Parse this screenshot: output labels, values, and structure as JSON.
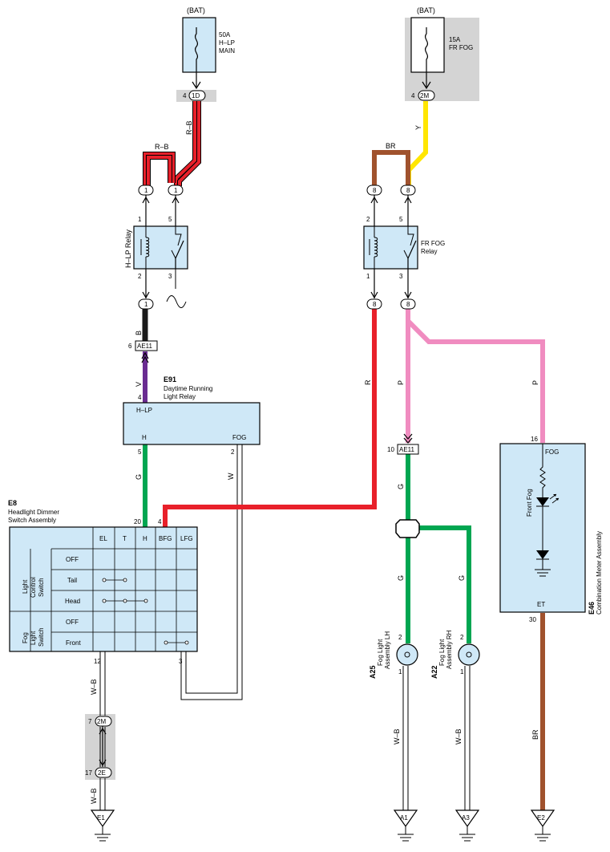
{
  "wire_colors": {
    "red": "#e8202a",
    "yellow": "#ffe600",
    "brown": "#a0522d",
    "black": "#1a1a1a",
    "violet": "#6a2c91",
    "green": "#00a651",
    "pink": "#f08cc0",
    "box_fill": "#cfe8f7",
    "gray_fill": "#d4d4d4"
  },
  "fuses": {
    "hlp": {
      "source": "(BAT)",
      "line1": "50A",
      "line2": "H–LP",
      "line3": "MAIN",
      "pin": "4",
      "connector": "1D"
    },
    "fog": {
      "source": "(BAT)",
      "line1": "15A",
      "line2": "FR FOG",
      "pin": "4",
      "connector": "2M"
    }
  },
  "wires": {
    "rb1": "R–B",
    "rb2": "R–B",
    "y": "Y",
    "br_top": "BR",
    "b": "B",
    "v": "V",
    "g_left": "G",
    "w": "W",
    "r": "R",
    "p_left": "P",
    "p_right": "P",
    "g_mid": "G",
    "g_lh": "G",
    "g_rh": "G",
    "wb_left": "W–B",
    "wb_left2": "W–B",
    "wb_lh": "W–B",
    "wb_rh": "W–B",
    "br_bottom": "BR"
  },
  "connectors": {
    "c1a": "1",
    "c1b": "1",
    "c8a": "8",
    "c8b": "8",
    "c1c": "1",
    "c8c": "8",
    "c8d": "8",
    "ae11_left": "AE11",
    "ae11_left_pin": "6",
    "ae11_mid": "AE11",
    "ae11_mid_pin": "10",
    "c2m": "2M",
    "c2m_pin": "7",
    "c2e": "2E",
    "c2e_pin": "17"
  },
  "hlp_relay": {
    "label": "H–LP Relay",
    "pin1": "1",
    "pin5": "5",
    "pin2": "2",
    "pin3": "3"
  },
  "fog_relay": {
    "label1": "FR FOG",
    "label2": "Relay",
    "pin2": "2",
    "pin5": "5",
    "pin1": "1",
    "pin3": "3"
  },
  "drl_relay": {
    "code": "E91",
    "name1": "Daytime Running",
    "name2": "Light Relay",
    "term_hlp": "H–LP",
    "term_h": "H",
    "term_fog": "FOG",
    "pin4": "4",
    "pin5": "5",
    "pin2": "2"
  },
  "dimmer_switch": {
    "code": "E8",
    "name1": "Headlight Dimmer",
    "name2": "Switch Assembly",
    "pin20": "20",
    "pin4": "4",
    "pin12": "12",
    "pin3": "3",
    "cols": [
      "EL",
      "T",
      "H",
      "BFG",
      "LFG"
    ],
    "group1": [
      "Light",
      "Control",
      "Switch"
    ],
    "group2": [
      "Fog",
      "Light",
      "Switch"
    ],
    "rows": [
      "OFF",
      "Tail",
      "Head",
      "OFF",
      "Front"
    ]
  },
  "meter": {
    "code": "E46",
    "name": "Combination Meter Assembly",
    "pin16": "16",
    "term_fog": "FOG",
    "lamp": "Front Fog",
    "term_et": "ET",
    "pin30": "30"
  },
  "fog_lh": {
    "code": "A25",
    "name1": "Fog Light",
    "name2": "Assembly LH",
    "pin2": "2",
    "pin1": "1"
  },
  "fog_rh": {
    "code": "A22",
    "name1": "Fog Light",
    "name2": "Assembly RH",
    "pin2": "2",
    "pin1": "1"
  },
  "grounds": {
    "e1": "E1",
    "a1": "A1",
    "a3": "A3",
    "e2": "E2"
  }
}
